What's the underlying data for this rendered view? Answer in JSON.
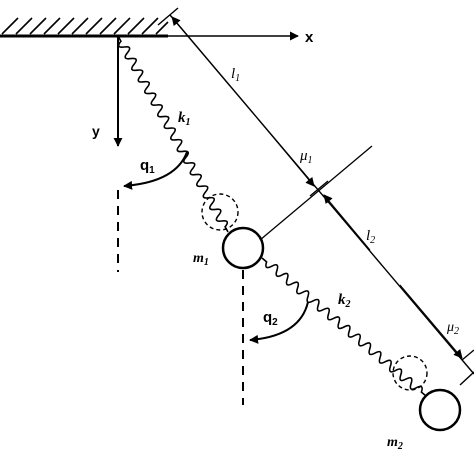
{
  "axes": {
    "x_label": "x",
    "y_label": "y"
  },
  "springs": {
    "k1": {
      "base": "k",
      "sub": "1"
    },
    "k2": {
      "base": "k",
      "sub": "2"
    }
  },
  "angles": {
    "q1": {
      "base": "q",
      "sub": "1"
    },
    "q2": {
      "base": "q",
      "sub": "2"
    }
  },
  "masses": {
    "m1": {
      "base": "m",
      "sub": "1"
    },
    "m2": {
      "base": "m",
      "sub": "2"
    }
  },
  "lengths": {
    "l1": {
      "base": "l",
      "sub": "1"
    },
    "l2": {
      "base": "l",
      "sub": "2"
    }
  },
  "markers": {
    "mu1": {
      "base": "μ",
      "sub": "1"
    },
    "mu2": {
      "base": "μ",
      "sub": "2"
    }
  },
  "colors": {
    "stroke": "#000000",
    "background": "#ffffff"
  }
}
